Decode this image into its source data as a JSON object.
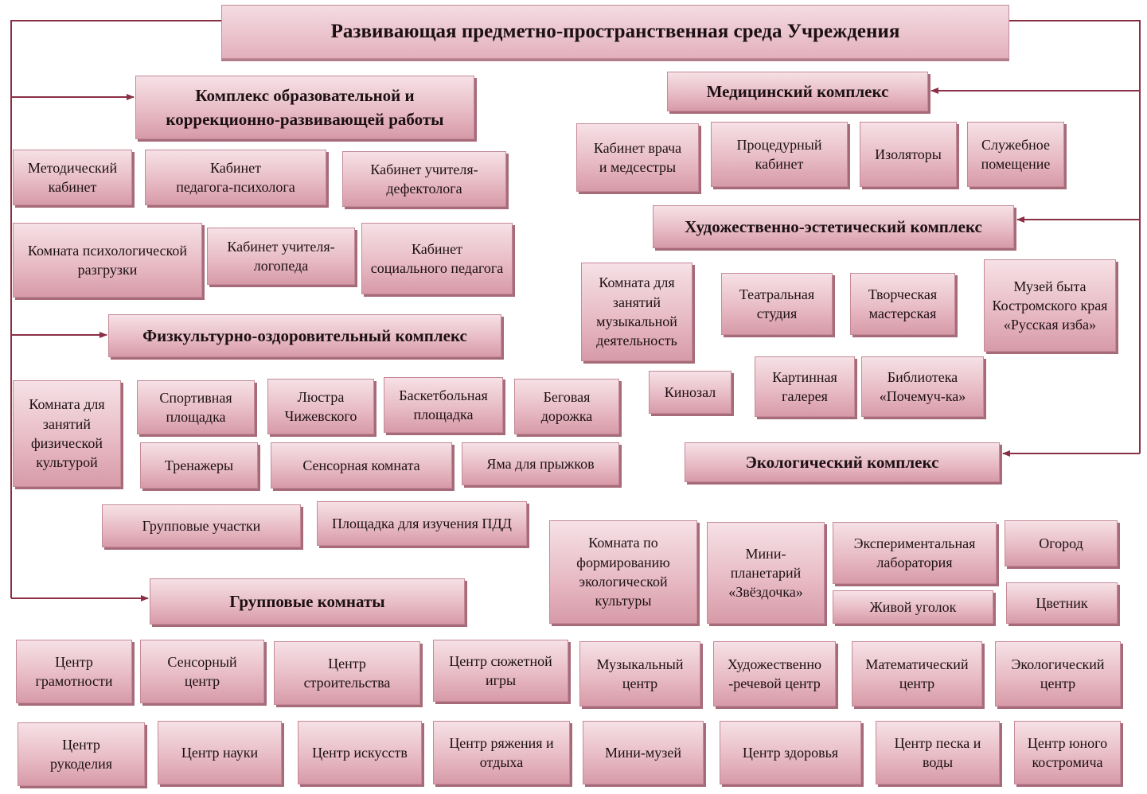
{
  "title": "Развивающая предметно-пространственная среда Учреждения",
  "complexes": {
    "education": {
      "title": "Комплекс образовательной и\nкоррекционно-развивающей работы",
      "items": [
        "Методический\nкабинет",
        "Кабинет\nпедагога-психолога",
        "Кабинет учителя-\nдефектолога",
        "Комната психологической\nразгрузки",
        "Кабинет учителя-\nлогопеда",
        "Кабинет\nсоциального педагога"
      ]
    },
    "medical": {
      "title": "Медицинский комплекс",
      "items": [
        "Кабинет врача\nи медсестры",
        "Процедурный\nкабинет",
        "Изоляторы",
        "Служебное\nпомещение"
      ]
    },
    "art": {
      "title": "Художественно-эстетический комплекс",
      "items": [
        "Комната для\nзанятий\nмузыкальной\nдеятельность",
        "Театральная\nстудия",
        "Творческая\nмастерская",
        "Музей быта\nКостромского края\n«Русская изба»",
        "Кинозал",
        "Картинная\nгалерея",
        "Библиотека\n«Почемуч-ка»"
      ]
    },
    "sport": {
      "title": "Физкультурно-оздоровительный комплекс",
      "items": [
        "Комната для\nзанятий\nфизической\nкультурой",
        "Спортивная\nплощадка",
        "Люстра\nЧижевского",
        "Баскетбольная\nплощадка",
        "Беговая\nдорожка",
        "Тренажеры",
        "Сенсорная комната",
        "Яма для прыжков",
        "Групповые участки",
        "Площадка для изучения ПДД"
      ]
    },
    "eco": {
      "title": "Экологический комплекс",
      "items": [
        "Комната по\nформированию\nэкологической\nкультуры",
        "Мини-\nпланетарий\n«Звёздочка»",
        "Экспериментальная\nлаборатория",
        "Огород",
        "Живой уголок",
        "Цветник"
      ]
    },
    "groups": {
      "title": "Групповые комнаты",
      "items": [
        "Центр\nграмотности",
        "Сенсорный\nцентр",
        "Центр\nстроительства",
        "Центр сюжетной\nигры",
        "Музыкальный\nцентр",
        "Художественно\n-речевой центр",
        "Математический\nцентр",
        "Экологический\nцентр",
        "Центр\nрукоделия",
        "Центр науки",
        "Центр искусств",
        "Центр ряжения и\nотдыха",
        "Мини-музей",
        "Центр здоровья",
        "Центр песка и\nводы",
        "Центр юного\nкостромича"
      ]
    }
  },
  "colors": {
    "box_fill": "#e8bcc6",
    "box_shadow": "#a66a79",
    "connector": "#8a2f46"
  }
}
